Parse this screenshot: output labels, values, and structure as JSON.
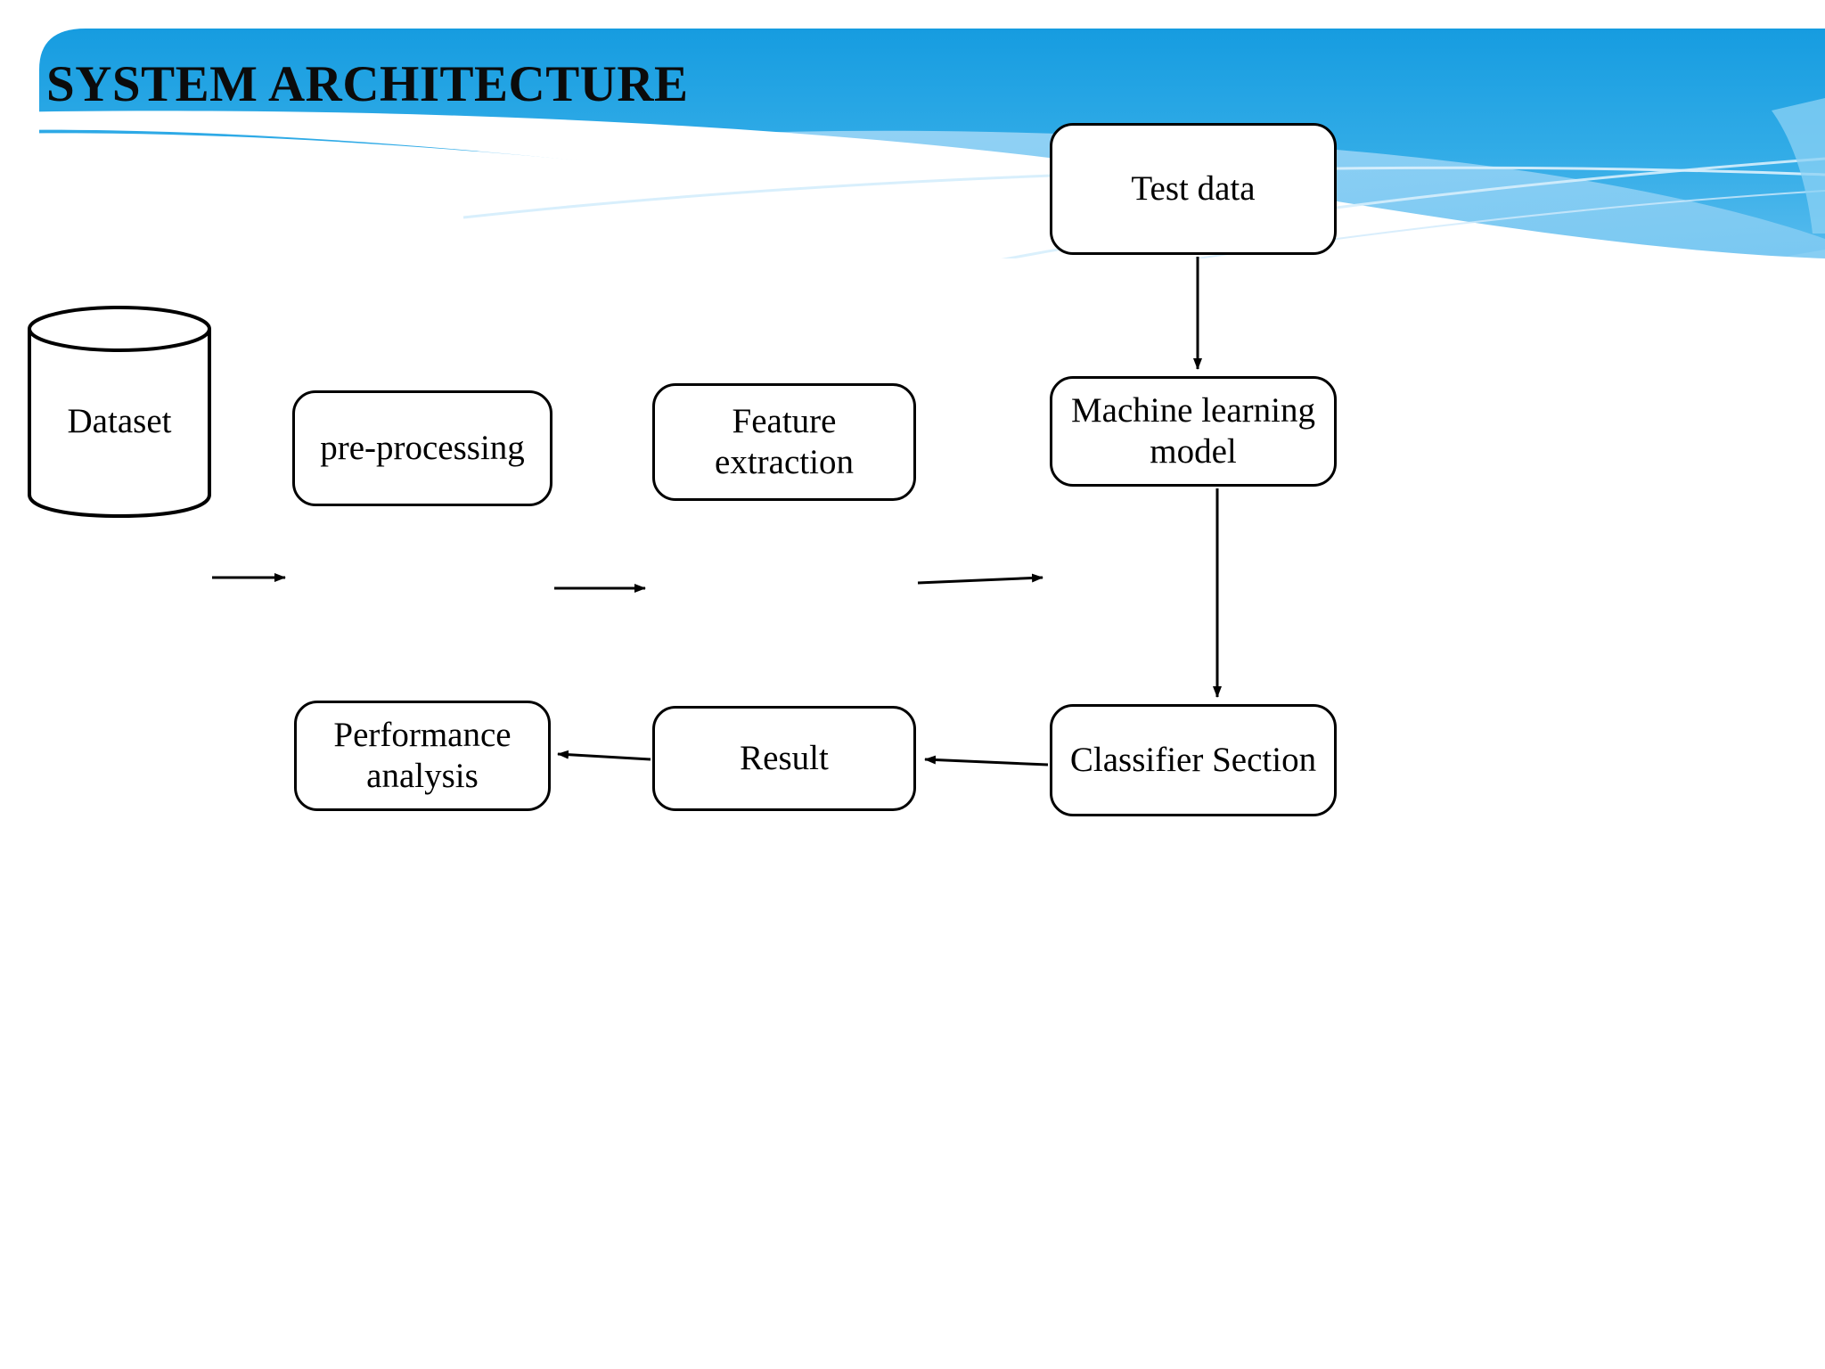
{
  "slide": {
    "title": "SYSTEM ARCHITECTURE",
    "background_color": "#FFFFFF",
    "banner": {
      "name": "decorative-wave-banner",
      "colors": {
        "blue_dark": "#1C9FE0",
        "blue_mid": "#36AEE8",
        "blue_light": "#7FCBF2",
        "blue_pale": "#A9DBF7",
        "line_light": "#CFEAFB"
      }
    }
  },
  "diagram": {
    "type": "flowchart",
    "title": "SYSTEM ARCHITECTURE",
    "nodes": [
      {
        "id": "dataset",
        "label": "Dataset",
        "shape": "cylinder"
      },
      {
        "id": "preprocessing",
        "label": "pre-processing",
        "shape": "rounded-rect"
      },
      {
        "id": "feature",
        "label": "Feature extraction",
        "shape": "rounded-rect"
      },
      {
        "id": "testdata",
        "label": "Test data",
        "shape": "rounded-rect"
      },
      {
        "id": "mlmodel",
        "label": "Machine learning model",
        "shape": "rounded-rect"
      },
      {
        "id": "classifier",
        "label": "Classifier Section",
        "shape": "rounded-rect"
      },
      {
        "id": "result",
        "label": "Result",
        "shape": "rounded-rect"
      },
      {
        "id": "performance",
        "label": "Performance analysis",
        "shape": "rounded-rect"
      }
    ],
    "edges": [
      {
        "from": "dataset",
        "to": "preprocessing",
        "direction": "right"
      },
      {
        "from": "preprocessing",
        "to": "feature",
        "direction": "right"
      },
      {
        "from": "feature",
        "to": "mlmodel",
        "direction": "right"
      },
      {
        "from": "testdata",
        "to": "mlmodel",
        "direction": "down"
      },
      {
        "from": "mlmodel",
        "to": "classifier",
        "direction": "down"
      },
      {
        "from": "classifier",
        "to": "result",
        "direction": "left"
      },
      {
        "from": "result",
        "to": "performance",
        "direction": "left"
      }
    ],
    "stroke_color": "#000000"
  }
}
